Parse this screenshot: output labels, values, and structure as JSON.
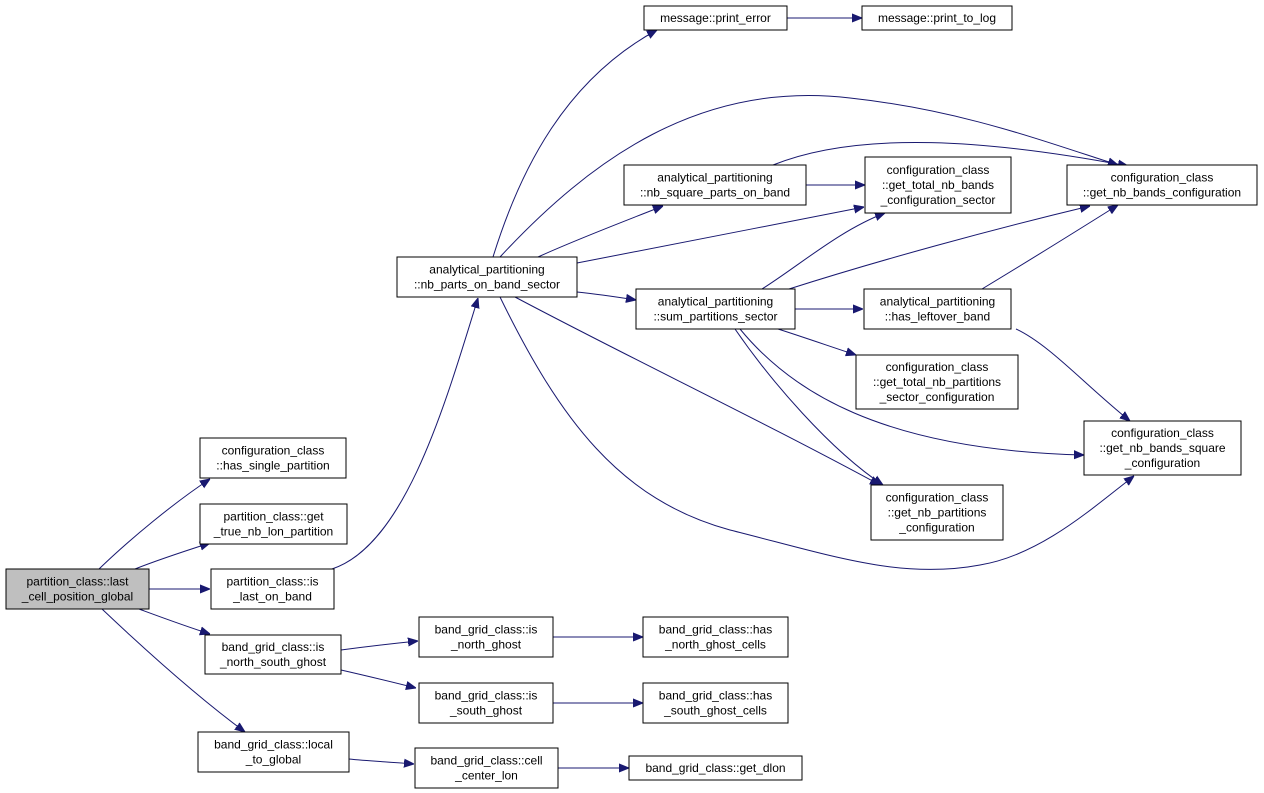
{
  "graph": {
    "edge_color": "#191970",
    "root_fill": "#bfbfbf",
    "node_fill": "#ffffff",
    "nodes": [
      {
        "id": "root",
        "lines": [
          "partition_class::last",
          "_cell_position_global"
        ],
        "root": true
      },
      {
        "id": "n_has_single",
        "lines": [
          "configuration_class",
          "::has_single_partition"
        ]
      },
      {
        "id": "n_get_true_nb",
        "lines": [
          "partition_class::get",
          "_true_nb_lon_partition"
        ]
      },
      {
        "id": "n_is_last_on_band",
        "lines": [
          "partition_class::is",
          "_last_on_band"
        ]
      },
      {
        "id": "n_is_north_south",
        "lines": [
          "band_grid_class::is",
          "_north_south_ghost"
        ]
      },
      {
        "id": "n_local_to_global",
        "lines": [
          "band_grid_class::local",
          "_to_global"
        ]
      },
      {
        "id": "n_nb_parts_on_band_sector",
        "lines": [
          "analytical_partitioning",
          "::nb_parts_on_band_sector"
        ]
      },
      {
        "id": "n_is_north_ghost",
        "lines": [
          "band_grid_class::is",
          "_north_ghost"
        ]
      },
      {
        "id": "n_is_south_ghost",
        "lines": [
          "band_grid_class::is",
          "_south_ghost"
        ]
      },
      {
        "id": "n_cell_center_lon",
        "lines": [
          "band_grid_class::cell",
          "_center_lon"
        ]
      },
      {
        "id": "n_print_error",
        "lines": [
          "message::print_error"
        ]
      },
      {
        "id": "n_print_to_log",
        "lines": [
          "message::print_to_log"
        ]
      },
      {
        "id": "n_nb_square_parts",
        "lines": [
          "analytical_partitioning",
          "::nb_square_parts_on_band"
        ]
      },
      {
        "id": "n_sum_partitions",
        "lines": [
          "analytical_partitioning",
          "::sum_partitions_sector"
        ]
      },
      {
        "id": "n_get_total_nb_bands",
        "lines": [
          "configuration_class",
          "::get_total_nb_bands",
          "_configuration_sector"
        ]
      },
      {
        "id": "n_has_leftover",
        "lines": [
          "analytical_partitioning",
          "::has_leftover_band"
        ]
      },
      {
        "id": "n_get_total_nb_partitions",
        "lines": [
          "configuration_class",
          "::get_total_nb_partitions",
          "_sector_configuration"
        ]
      },
      {
        "id": "n_get_nb_partitions",
        "lines": [
          "configuration_class",
          "::get_nb_partitions",
          "_configuration"
        ]
      },
      {
        "id": "n_get_nb_bands_config",
        "lines": [
          "configuration_class",
          "::get_nb_bands_configuration"
        ]
      },
      {
        "id": "n_get_nb_bands_square",
        "lines": [
          "configuration_class",
          "::get_nb_bands_square",
          "_configuration"
        ]
      },
      {
        "id": "n_has_north_ghost_cells",
        "lines": [
          "band_grid_class::has",
          "_north_ghost_cells"
        ]
      },
      {
        "id": "n_has_south_ghost_cells",
        "lines": [
          "band_grid_class::has",
          "_south_ghost_cells"
        ]
      },
      {
        "id": "n_get_dlon",
        "lines": [
          "band_grid_class::get_dlon"
        ]
      }
    ],
    "edges": [
      {
        "from": "root",
        "to": "n_has_single"
      },
      {
        "from": "root",
        "to": "n_get_true_nb"
      },
      {
        "from": "root",
        "to": "n_is_last_on_band"
      },
      {
        "from": "root",
        "to": "n_is_north_south"
      },
      {
        "from": "root",
        "to": "n_local_to_global"
      },
      {
        "from": "n_is_last_on_band",
        "to": "n_nb_parts_on_band_sector"
      },
      {
        "from": "n_is_north_south",
        "to": "n_is_north_ghost"
      },
      {
        "from": "n_is_north_south",
        "to": "n_is_south_ghost"
      },
      {
        "from": "n_local_to_global",
        "to": "n_cell_center_lon"
      },
      {
        "from": "n_nb_parts_on_band_sector",
        "to": "n_print_error"
      },
      {
        "from": "n_nb_parts_on_band_sector",
        "to": "n_get_nb_bands_config"
      },
      {
        "from": "n_nb_parts_on_band_sector",
        "to": "n_nb_square_parts"
      },
      {
        "from": "n_nb_parts_on_band_sector",
        "to": "n_get_total_nb_bands"
      },
      {
        "from": "n_nb_parts_on_band_sector",
        "to": "n_sum_partitions"
      },
      {
        "from": "n_nb_parts_on_band_sector",
        "to": "n_get_nb_partitions"
      },
      {
        "from": "n_nb_parts_on_band_sector",
        "to": "n_get_nb_bands_square"
      },
      {
        "from": "n_print_error",
        "to": "n_print_to_log"
      },
      {
        "from": "n_nb_square_parts",
        "to": "n_get_nb_bands_config"
      },
      {
        "from": "n_nb_square_parts",
        "to": "n_get_total_nb_bands"
      },
      {
        "from": "n_sum_partitions",
        "to": "n_get_total_nb_bands"
      },
      {
        "from": "n_sum_partitions",
        "to": "n_get_nb_bands_config"
      },
      {
        "from": "n_sum_partitions",
        "to": "n_has_leftover"
      },
      {
        "from": "n_sum_partitions",
        "to": "n_get_total_nb_partitions"
      },
      {
        "from": "n_sum_partitions",
        "to": "n_get_nb_bands_square"
      },
      {
        "from": "n_sum_partitions",
        "to": "n_get_nb_partitions"
      },
      {
        "from": "n_has_leftover",
        "to": "n_get_nb_bands_config"
      },
      {
        "from": "n_has_leftover",
        "to": "n_get_nb_bands_square"
      },
      {
        "from": "n_is_north_ghost",
        "to": "n_has_north_ghost_cells"
      },
      {
        "from": "n_is_south_ghost",
        "to": "n_has_south_ghost_cells"
      },
      {
        "from": "n_cell_center_lon",
        "to": "n_get_dlon"
      }
    ]
  }
}
